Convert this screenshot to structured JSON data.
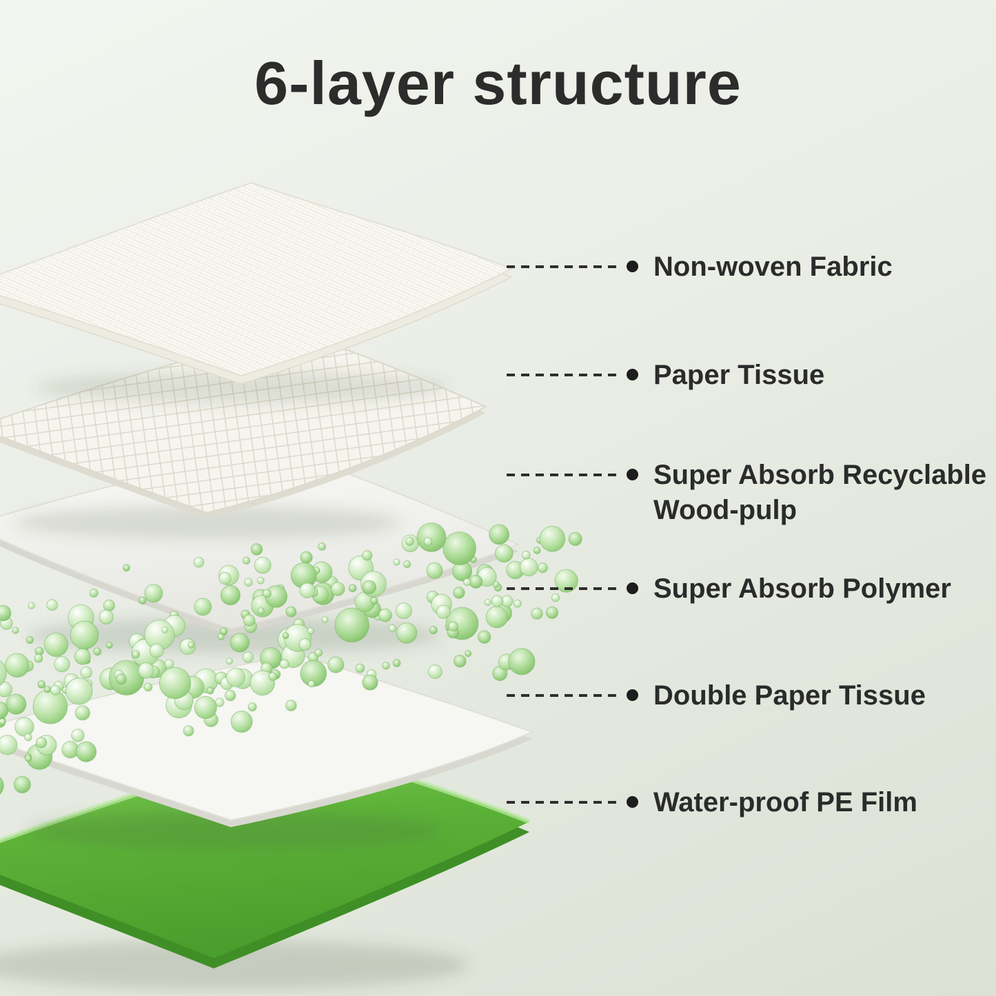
{
  "title": "6-layer structure",
  "layers": [
    {
      "label": "Non-woven Fabric"
    },
    {
      "label": "Paper Tissue"
    },
    {
      "label": "Super Absorb Recyclable Wood-pulp"
    },
    {
      "label": "Super Absorb Polymer"
    },
    {
      "label": "Double Paper Tissue"
    },
    {
      "label": "Water-proof PE Film"
    }
  ],
  "colors": {
    "background_top": "#f3f5f0",
    "background_bottom": "#dbe1d5",
    "title_text": "#2c2c2c",
    "label_text": "#2b2b2b",
    "leader_line": "#2e2e2e",
    "bullet_dot": "#1d1d1d",
    "film_green": "#5db338",
    "film_green_dark": "#3f8f26",
    "bead_green": "#9ed489",
    "sheet_white": "#f6f6f3"
  }
}
